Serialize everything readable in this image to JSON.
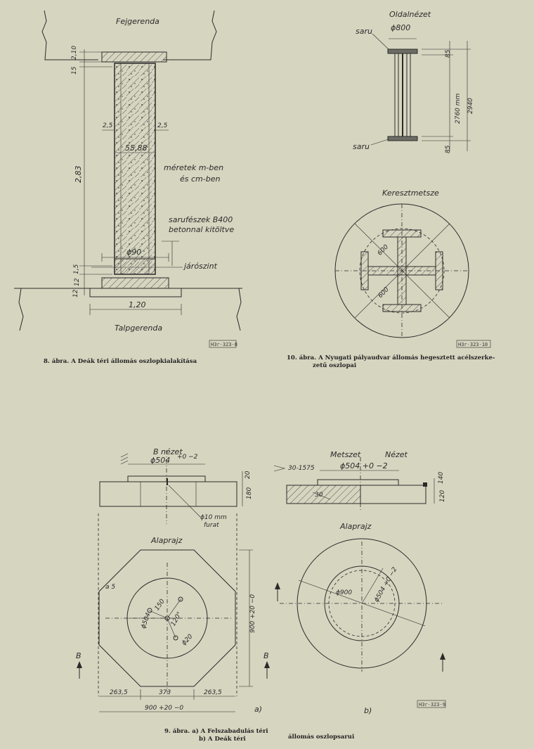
{
  "fig8": {
    "label_top": "Fejgerenda",
    "label_bottom": "Talpgerenda",
    "dim_top_small": "2,10",
    "dim_15": "15",
    "dim_25_left": "2,5",
    "dim_25_right": "2,5",
    "dim_5588": "55,88",
    "dim_283": "2,83",
    "note_units_1": "méretek m-ben",
    "note_units_2": "és cm-ben",
    "note_sarufeszek_1": "sarufészek B400",
    "note_sarufeszek_2": "betonnal kitöltve",
    "dim_phi90": "ϕ90",
    "label_jaroszint": "járószint",
    "dim_15b": "1,5",
    "dim_12": "12",
    "dim_12b": "12",
    "dim_120": "1,20",
    "stamp": "H3r-323-8",
    "caption": "8. ábra. A Deák téri állomás oszlopkialakítása"
  },
  "fig10": {
    "label_oldalnezet": "Oldalnézet",
    "dim_phi800": "ϕ800",
    "label_saru_top": "saru",
    "label_saru_bottom": "saru",
    "dim_85_top": "85",
    "dim_2760": "2760 mm",
    "dim_2940": "2940",
    "dim_85_bottom": "85",
    "label_keresztmetsze": "Keresztmetsze",
    "dim_600a": "600",
    "dim_600b": "600",
    "stamp": "H3r-323-10",
    "caption_1": "10. ábra. A Nyugati pályaudvar állomás hegesztett acélszerke-",
    "caption_2": "zetű oszlopai"
  },
  "fig9a": {
    "label_bnezet": "B nézet",
    "dim_phi504": "ϕ504",
    "dim_phi504_tol": "+0 −2",
    "dim_20": "20",
    "dim_180": "180",
    "note_furat_1": "ϕ10 mm",
    "note_furat_2": "furat",
    "label_alaprajz": "Alaprajz",
    "dim_a5": "a 5",
    "dim_150": "150",
    "dim_phi504b": "ϕ504",
    "dim_120deg": "120°",
    "dim_phi20": "ϕ20",
    "dim_900_20": "900 +20 −0",
    "dim_2635a": "263,5",
    "dim_373": "373",
    "dim_2635b": "263,5",
    "dim_900_bottom": "900 +20 −0",
    "label_b_left": "B",
    "label_b_right": "B",
    "label_a": "a)"
  },
  "fig9b": {
    "label_metszet": "Metszet",
    "label_nezet": "Nézet",
    "dim_30_1575": "30-1575",
    "dim_phi504": "ϕ504 +0 −2",
    "dim_140": "140",
    "dim_120": "120",
    "dim_30": "30",
    "label_alaprajz": "Alaprajz",
    "dim_phi900": "ϕ900",
    "dim_phi504b": "ϕ504 +0 −2",
    "label_b": "b)",
    "stamp": "H3r-323-9"
  },
  "caption9": {
    "line_a": "9. ábra. a) A Felszabadulás téri",
    "line_b": "b) A Deák téri",
    "line_c": "állomás oszlopsarui"
  }
}
